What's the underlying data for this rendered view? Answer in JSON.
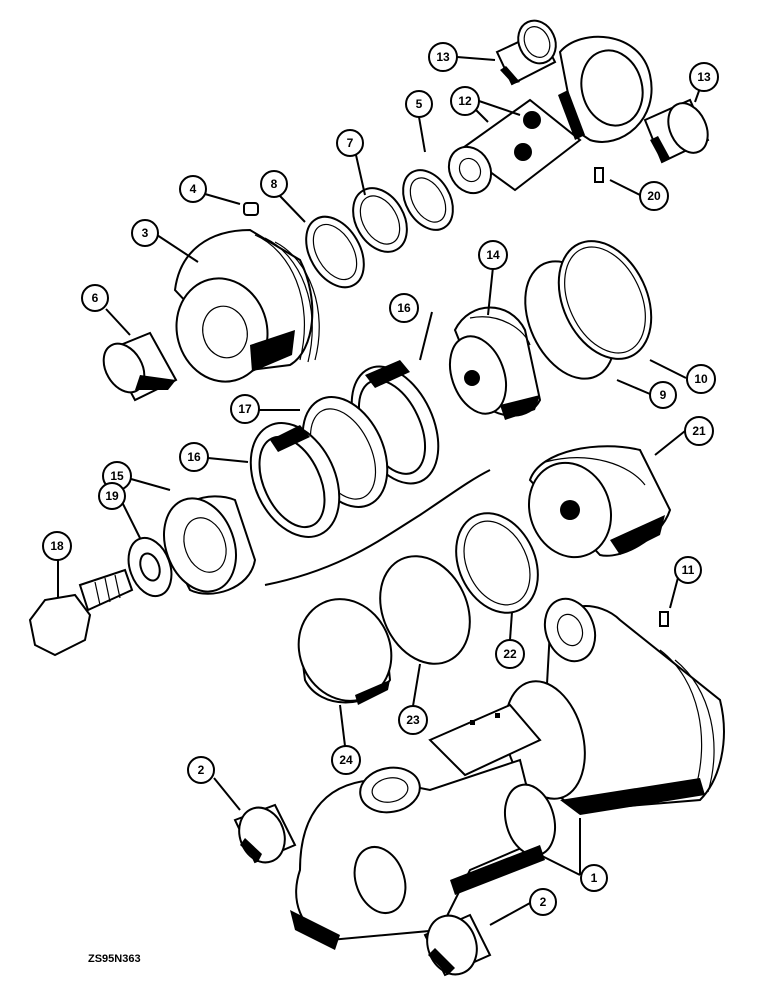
{
  "figure": {
    "figure_id": "ZS95N363",
    "callouts": [
      "1",
      "2",
      "3",
      "4",
      "5",
      "6",
      "7",
      "8",
      "9",
      "10",
      "11",
      "12",
      "13",
      "14",
      "15",
      "16",
      "17",
      "18",
      "19",
      "20",
      "21",
      "22",
      "23",
      "24"
    ]
  }
}
